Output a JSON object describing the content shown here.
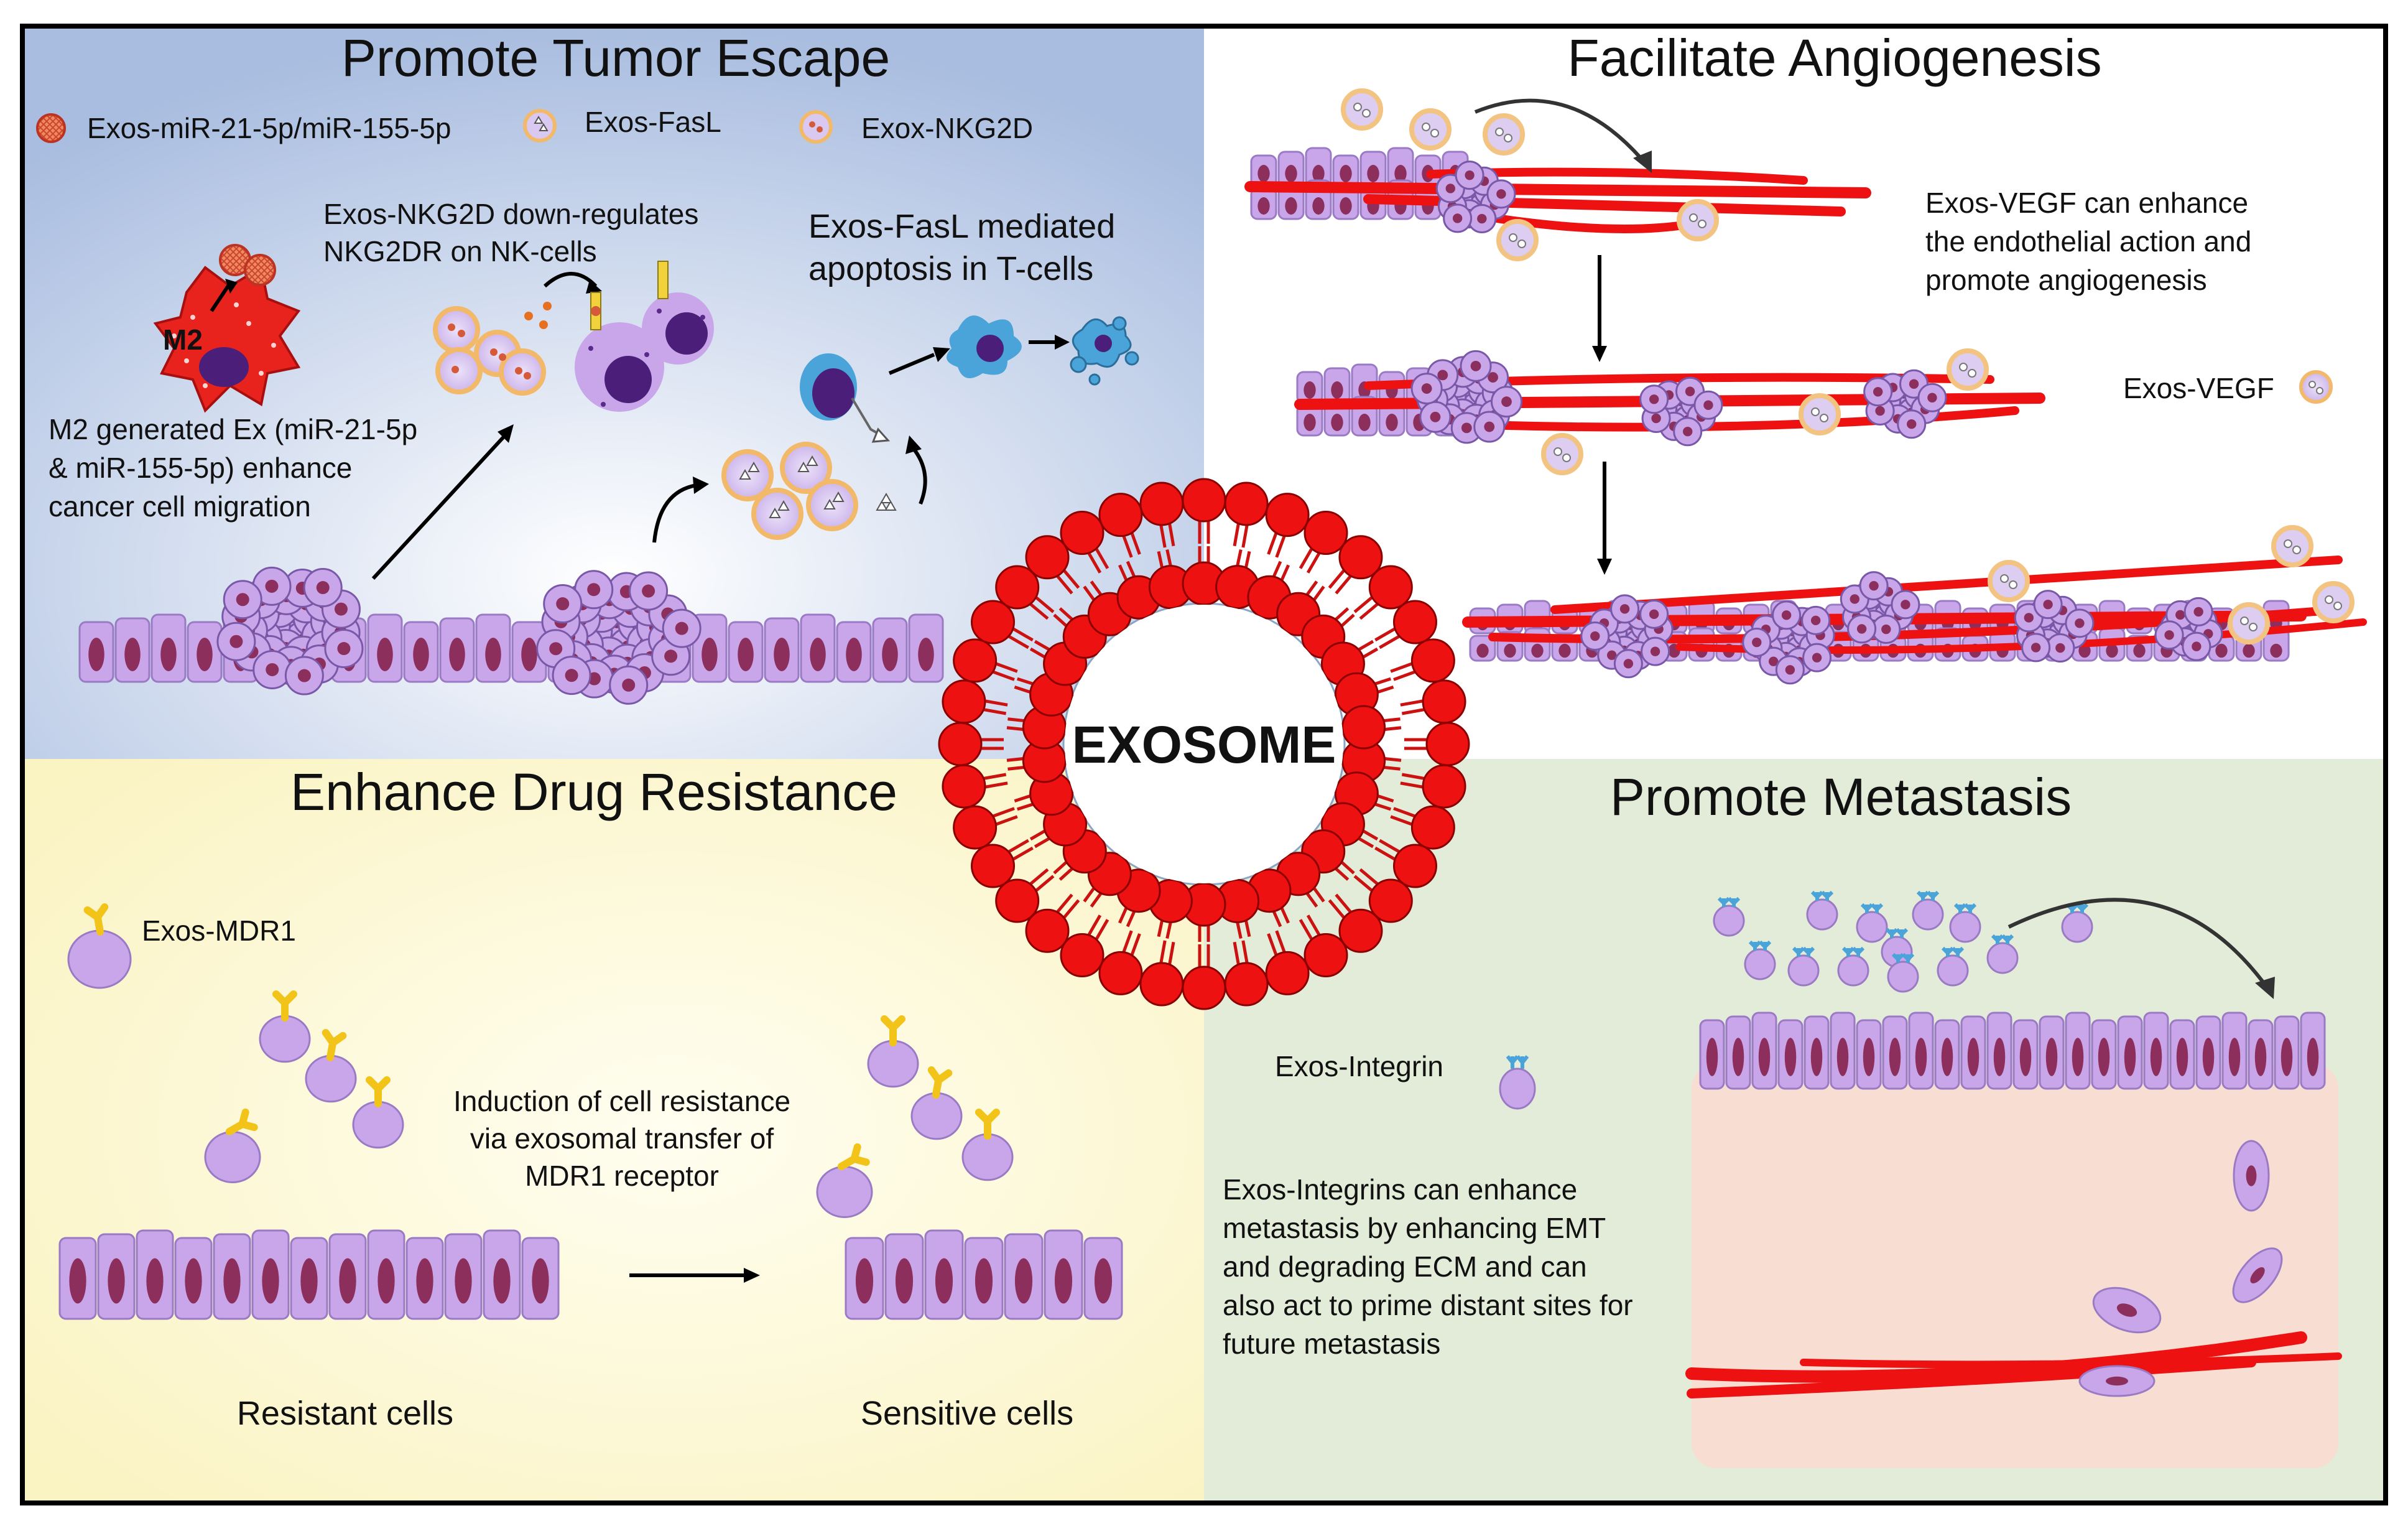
{
  "center": {
    "label": "EXOSOME"
  },
  "panel_tumor_escape": {
    "title": "Promote Tumor Escape",
    "legend": [
      {
        "label": "Exos-miR-21-5p/miR-155-5p",
        "icon": "mirna-exosome-icon"
      },
      {
        "label": "Exos-FasL",
        "icon": "fasl-exosome-icon"
      },
      {
        "label": "Exox-NKG2D",
        "icon": "nkg2d-exosome-icon"
      }
    ],
    "nk_text": [
      "Exos-NKG2D down-regulates",
      "NKG2DR on NK-cells"
    ],
    "fasl_text": [
      "Exos-FasL   mediated",
      "apoptosis in T-cells"
    ],
    "m2_label": "M2",
    "m2_text": [
      "M2 generated Ex (miR-21-5p",
      "& miR-155-5p) enhance",
      "cancer cell migration"
    ]
  },
  "panel_angiogenesis": {
    "title": "Facilitate Angiogenesis",
    "text": [
      "Exos-VEGF  can  enhance",
      "the endothelial action and",
      "promote angiogenesis"
    ],
    "legend_label": "Exos-VEGF"
  },
  "panel_drug_resistance": {
    "title": "Enhance Drug Resistance",
    "legend_label": "Exos-MDR1",
    "text": [
      "Induction of cell resistance",
      "via exosomal transfer of",
      "MDR1 receptor"
    ],
    "resistant_label": "Resistant cells",
    "sensitive_label": "Sensitive cells"
  },
  "panel_metastasis": {
    "title": "Promote Metastasis",
    "legend_label": "Exos-Integrin",
    "text": [
      "Exos-Integrins can enhance",
      "metastasis by enhancing EMT",
      "and degrading ECM and can",
      "also act to prime distant sites for",
      "future metastasis"
    ]
  },
  "colors": {
    "panel_tl": "#a9bde0",
    "panel_tr": "#ffffff",
    "panel_bl": "#fbf6c8",
    "panel_br": "#e2ecd8",
    "cell": "#c9a6ea",
    "nucleus": "#8c2f5c",
    "vessel": "#ee1111",
    "exosome_ring": "#f3c481",
    "exosome_body": "#d8c6ef",
    "receptor_yellow": "#f2c41a",
    "integrin_blue": "#4aa3d9",
    "tissue": "#f7ddd2"
  }
}
